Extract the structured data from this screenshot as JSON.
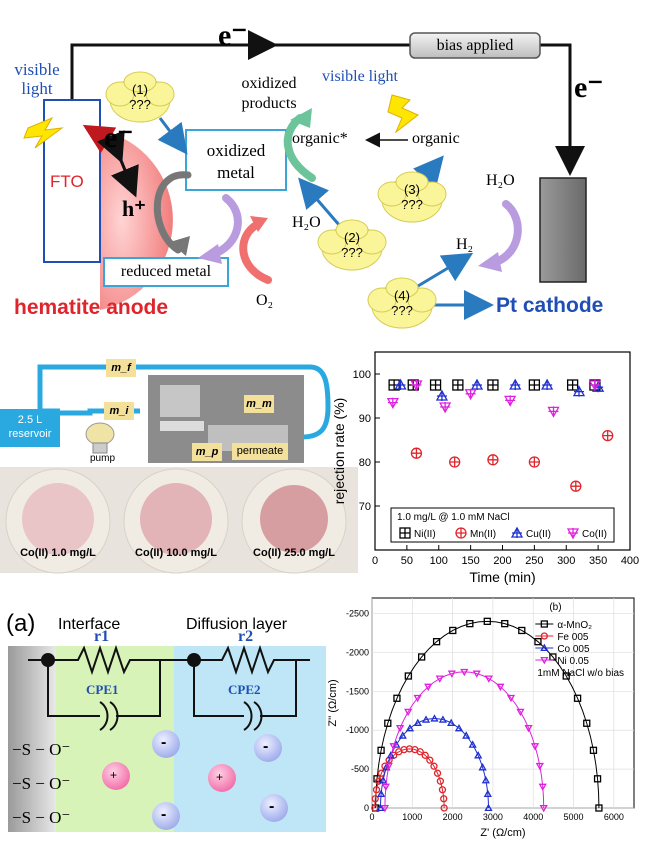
{
  "top": {
    "electron_top": "e⁻",
    "electron_right": "e⁻",
    "bias_label": "bias applied",
    "visible_light_left": "visible\nlight",
    "visible_light_mid": "visible light",
    "fto_label": "FTO",
    "e_label": "e⁻",
    "h_label": "h⁺",
    "oxidized_products": "oxidized\nproducts",
    "organic_star": "organic*",
    "organic": "organic",
    "oxidized_metal": "oxidized\nmetal",
    "reduced_metal": "reduced metal",
    "h2o_mid": "H₂O",
    "h2o_right": "H₂O",
    "h2": "H₂",
    "o2": "O₂",
    "hematite_anode": "hematite anode",
    "pt_cathode": "Pt cathode",
    "clouds": [
      {
        "num": "(1)",
        "q": "???"
      },
      {
        "num": "(2)",
        "q": "???"
      },
      {
        "num": "(3)",
        "q": "???"
      },
      {
        "num": "(4)",
        "q": "???"
      }
    ],
    "colors": {
      "red": "#e0242b",
      "blue": "#1f4fb5",
      "arrow_blue": "#2a7ac0",
      "cloud": "#fbf59a"
    }
  },
  "membrane": {
    "mf": "m_f",
    "mi": "m_i",
    "mm": "m_m",
    "mp": "m_p",
    "reservoir": "2.5 L\nreservoir",
    "pump": "pump",
    "permeate": "permeate",
    "discs": [
      "Co(II) 1.0 mg/L",
      "Co(II) 10.0 mg/L",
      "Co(II) 25.0 mg/L"
    ]
  },
  "rejection_chart": {
    "chart_data": {
      "type": "scatter",
      "xlabel": "Time (min)",
      "ylabel": "rejection rate (%)",
      "xlim": [
        0,
        400
      ],
      "ylim": [
        60,
        105
      ],
      "xticks": [
        0,
        50,
        100,
        150,
        200,
        250,
        300,
        350,
        400
      ],
      "yticks": [
        70,
        80,
        90,
        100
      ],
      "legend_title": "1.0 mg/L @ 1.0 mM NaCl",
      "series": [
        {
          "name": "Ni(II)",
          "color": "#000000",
          "marker": "boxplus",
          "x": [
            30,
            60,
            95,
            130,
            185,
            250,
            310,
            345
          ],
          "y": [
            97.5,
            97.5,
            97.5,
            97.5,
            97.5,
            97.5,
            97.5,
            97.5
          ]
        },
        {
          "name": "Mn(II)",
          "color": "#e0242b",
          "marker": "circleplus",
          "x": [
            65,
            125,
            185,
            250,
            315,
            365
          ],
          "y": [
            82,
            80,
            80.5,
            80,
            74.5,
            86
          ]
        },
        {
          "name": "Cu(II)",
          "color": "#1f2fd0",
          "marker": "triangleplus",
          "x": [
            40,
            105,
            160,
            220,
            270,
            320,
            350
          ],
          "y": [
            97.5,
            95,
            97.5,
            97.5,
            97.5,
            96,
            97
          ]
        },
        {
          "name": "Co(II)",
          "color": "#e020e0",
          "marker": "triangledownplus",
          "x": [
            28,
            65,
            110,
            150,
            212,
            280,
            345
          ],
          "y": [
            93.5,
            97.5,
            92.5,
            95.5,
            94,
            91.5,
            97.5
          ]
        }
      ]
    }
  },
  "circuit": {
    "panel_label": "(a)",
    "interface": "Interface",
    "diffusion": "Diffusion layer",
    "r1": "r1",
    "r2": "r2",
    "cpe1": "CPE1",
    "cpe2": "CPE2",
    "surface": [
      "−S − O⁻",
      "−S − O⁻",
      "−S − O⁻"
    ],
    "plus": "+",
    "minus": "-"
  },
  "nyquist_chart": {
    "chart_data": {
      "type": "line",
      "panel_label": "(b)",
      "xlabel": "Z' (Ω/cm)",
      "ylabel": "Z'' (Ω/cm)",
      "xlim": [
        0,
        6500
      ],
      "ylim": [
        0,
        -2700
      ],
      "xticks": [
        0,
        1000,
        2000,
        3000,
        4000,
        5000,
        6000
      ],
      "yticks": [
        0,
        -500,
        -1000,
        -1500,
        -2000,
        -2500
      ],
      "legend_note": "1mM NaCl w/o bias",
      "series": [
        {
          "name": "α-MnO₂",
          "color": "#000000",
          "marker": "square",
          "center": 2860,
          "radius": 2770,
          "peak": -2400
        },
        {
          "name": "Fe 005",
          "color": "#e0242b",
          "marker": "circle",
          "center": 930,
          "radius": 860,
          "peak": -760
        },
        {
          "name": "Co 005",
          "color": "#1f2fd0",
          "marker": "triangle",
          "center": 1550,
          "radius": 1340,
          "peak": -1150
        },
        {
          "name": "Ni 0.05",
          "color": "#e020e0",
          "marker": "triangledown",
          "center": 2290,
          "radius": 1970,
          "peak": -1750
        }
      ]
    }
  }
}
